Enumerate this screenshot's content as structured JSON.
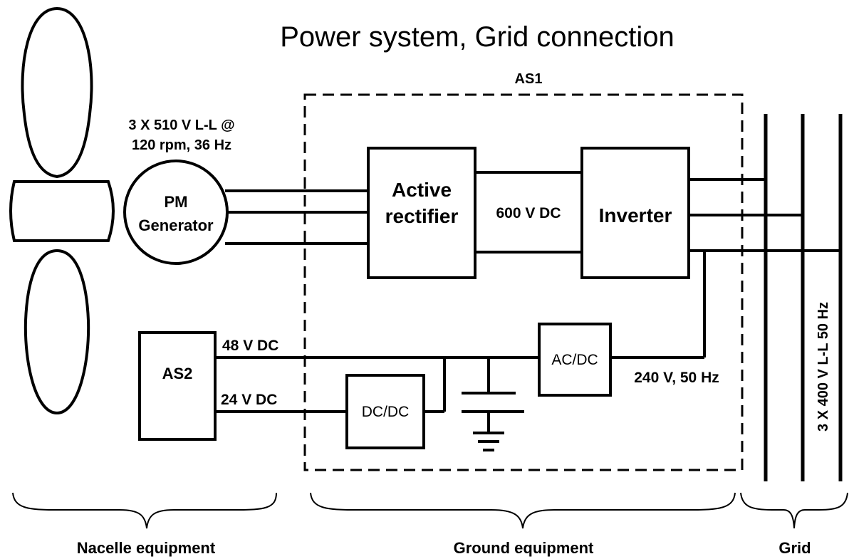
{
  "title": "Power system, Grid connection",
  "labels": {
    "as1": "AS1",
    "generator_rating_line1": "3 X 510 V L-L @",
    "generator_rating_line2": "120 rpm, 36 Hz",
    "pm_line1": "PM",
    "pm_line2": "Generator",
    "active_line1": "Active",
    "active_line2": "rectifier",
    "dc_bus": "600 V DC",
    "inverter": "Inverter",
    "as2": "AS2",
    "v48": "48 V DC",
    "v24": "24 V DC",
    "acdc": "AC/DC",
    "dcdc": "DC/DC",
    "aux_ac": "240 V, 50 Hz",
    "grid_voltage": "3 X 400 V L-L 50 Hz"
  },
  "sections": {
    "nacelle": "Nacelle equipment",
    "ground": "Ground equipment",
    "grid": "Grid"
  }
}
